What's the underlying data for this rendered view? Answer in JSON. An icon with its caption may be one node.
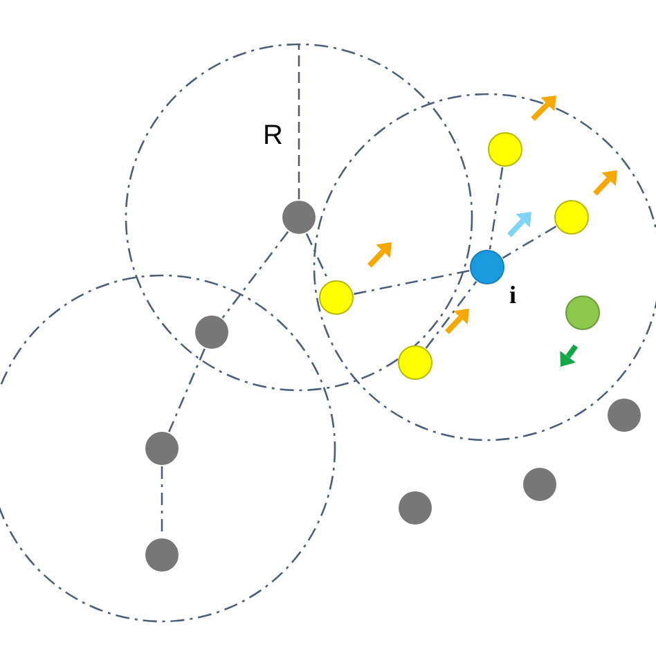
{
  "diagram": {
    "nodes": [
      {
        "text": [],
        "shape": "circle"
      },
      {
        "text": [],
        "shape": "circle"
      },
      {
        "text": [],
        "shape": "circle"
      },
      {
        "text": [],
        "shape": "circle"
      },
      {
        "text": [],
        "shape": "circle"
      },
      {
        "text": [],
        "shape": "circle"
      },
      {
        "text": [],
        "shape": "circle",
        "beside": [
          "i"
        ]
      },
      {
        "text": [],
        "shape": "circle"
      },
      {
        "text": [],
        "shape": "circle"
      },
      {
        "text": [],
        "shape": "circle"
      },
      {
        "text": [],
        "shape": "circle"
      },
      {
        "text": [],
        "shape": "circle"
      },
      {
        "text": [],
        "shape": "circle"
      }
    ],
    "edges": [
      {
        "from": 0,
        "to": 1,
        "arrow": "none",
        "style": "dashed"
      },
      {
        "from": 1,
        "to": 2,
        "arrow": "none",
        "style": "dashed"
      },
      {
        "from": 2,
        "to": 3,
        "arrow": "none",
        "style": "dashed"
      },
      {
        "from": 0,
        "to": 4,
        "arrow": "none",
        "style": "dashed"
      },
      {
        "from": 4,
        "to": 6,
        "arrow": "none",
        "style": "dashed"
      },
      {
        "from": 5,
        "to": 6,
        "arrow": "none",
        "style": "dashed"
      },
      {
        "from": 7,
        "to": 6,
        "arrow": "none",
        "style": "dashed"
      },
      {
        "from": 8,
        "to": 6,
        "arrow": "none",
        "style": "dashed"
      }
    ],
    "labels": [
      "R"
    ]
  }
}
